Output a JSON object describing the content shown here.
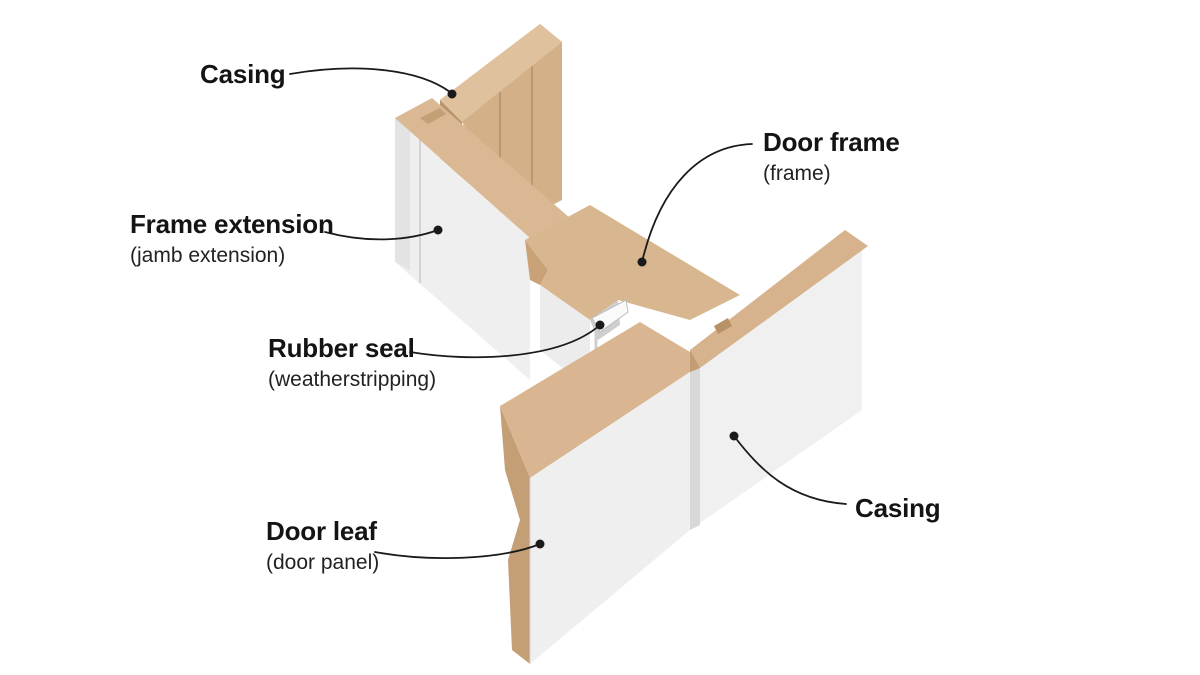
{
  "labels": {
    "casing_top": {
      "main": "Casing"
    },
    "frame_extension": {
      "main": "Frame extension",
      "sub": "(jamb extension)"
    },
    "rubber_seal": {
      "main": "Rubber seal",
      "sub": "(weatherstripping)"
    },
    "door_leaf": {
      "main": "Door leaf",
      "sub": "(door panel)"
    },
    "door_frame": {
      "main": "Door frame",
      "sub": "(frame)"
    },
    "casing_right": {
      "main": "Casing"
    }
  },
  "colors": {
    "wood_top": "#d8b690",
    "wood_side": "#c9a277",
    "wood_dark": "#b58d63",
    "white_face": "#f2f2f2",
    "white_shade": "#dcdcdc",
    "line": "#1a1a1a"
  }
}
